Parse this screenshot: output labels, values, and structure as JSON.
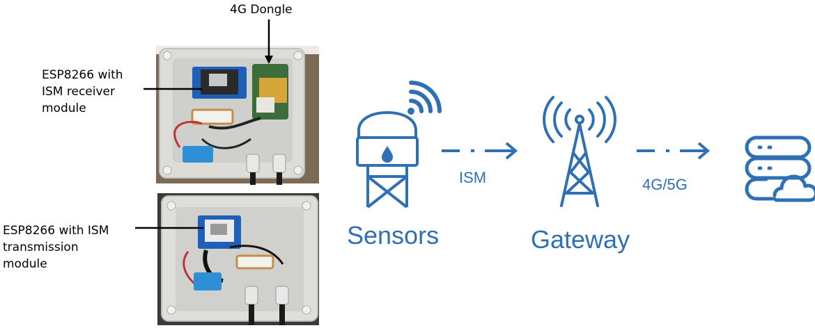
{
  "callouts": {
    "dongle": "4G Dongle",
    "receiver": [
      "ESP8266 with",
      "ISM receiver",
      "module"
    ],
    "transmitter": [
      "ESP8266 with ISM",
      "transmission",
      "module"
    ]
  },
  "flow": {
    "sensors_label": "Sensors",
    "gateway_label": "Gateway",
    "link1_label": "ISM",
    "link2_label": "4G/5G"
  },
  "icons": {
    "sensor": "water-tower-sensor-icon",
    "gateway": "cell-tower-icon",
    "cloud": "cloud-server-icon"
  },
  "colors": {
    "accent": "#2f6fb3",
    "box": "#d9d9d6",
    "board": "#1f5fb8",
    "module": "#2e8fd6"
  }
}
